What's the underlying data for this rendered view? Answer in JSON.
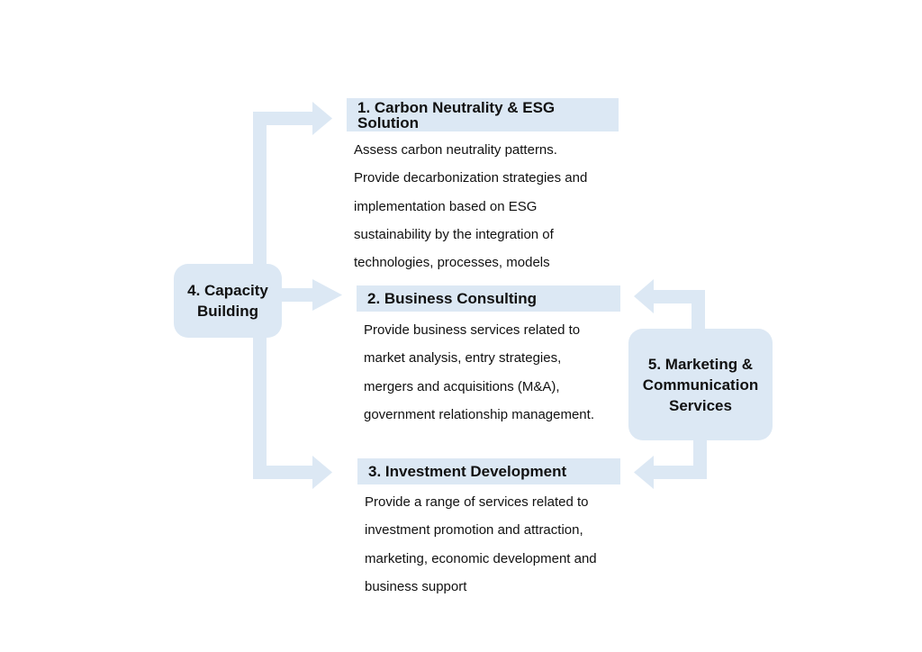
{
  "colors": {
    "accent": "#dce8f4",
    "text": "#111111"
  },
  "sections": [
    {
      "title": "1. Carbon Neutrality & ESG Solution",
      "lines": [
        "Assess carbon neutrality patterns.",
        "Provide decarbonization strategies and",
        "implementation based on ESG",
        "sustainability by the integration of",
        "technologies, processes, models"
      ]
    },
    {
      "title": "2. Business Consulting",
      "lines": [
        "Provide business services related to",
        "market analysis, entry strategies,",
        "mergers and acquisitions (M&A),",
        "government relationship management."
      ]
    },
    {
      "title": "3. Investment Development",
      "lines": [
        "Provide a range of services related to",
        "investment promotion and attraction,",
        "marketing, economic development and",
        "business support"
      ]
    }
  ],
  "capacity_box": {
    "lines": [
      "4. Capacity",
      "Building"
    ]
  },
  "marketing_box": {
    "lines": [
      "5. Marketing &",
      "Communication",
      "Services"
    ]
  }
}
